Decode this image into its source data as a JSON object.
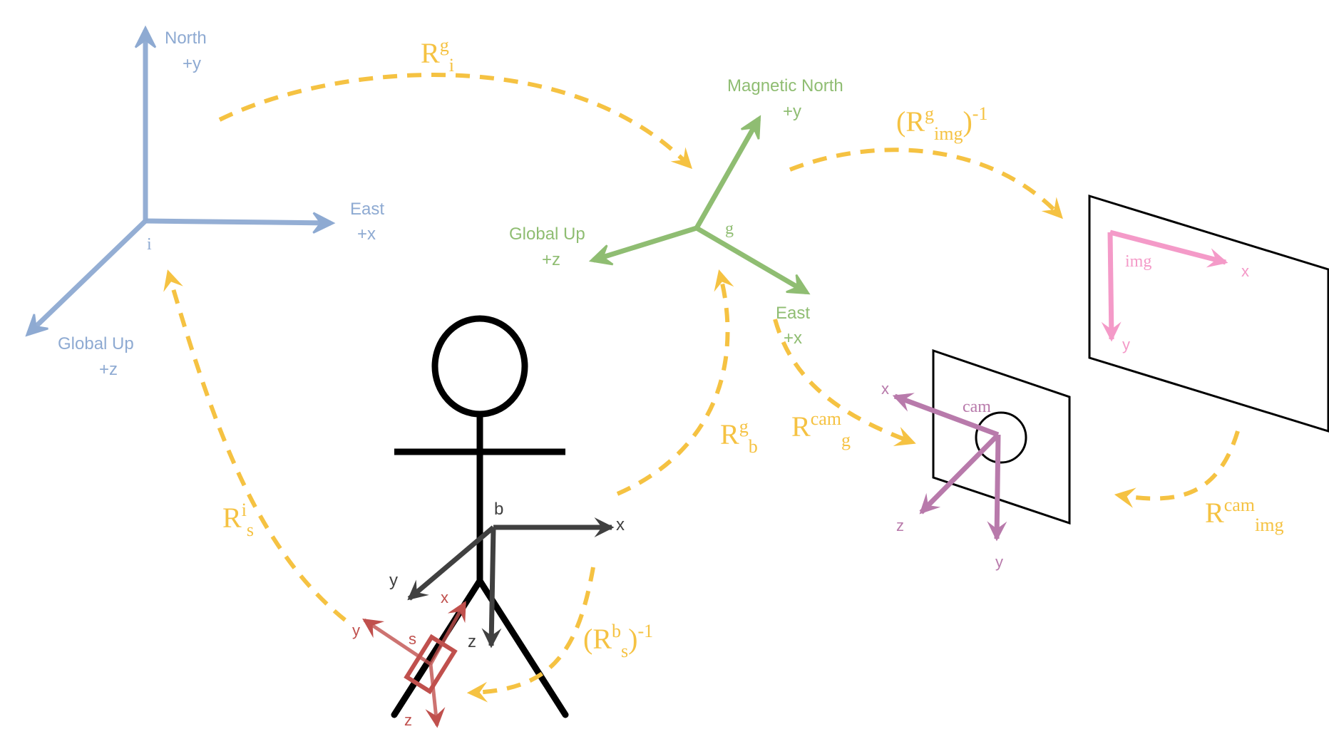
{
  "colors": {
    "inertial": "#8eaad2",
    "global": "#8fbd72",
    "transform": "#f5c242",
    "body": "#404040",
    "sensor": "#c0504d",
    "camera": "#b87aab",
    "image": "#f49ac8",
    "figure": "#000000"
  },
  "frames": {
    "inertial": {
      "origin": "i",
      "north": "North",
      "north_axis": "+y",
      "east": "East",
      "east_axis": "+x",
      "up": "Global Up",
      "up_axis": "+z"
    },
    "global": {
      "origin": "g",
      "north": "Magnetic North",
      "north_axis": "+y",
      "east": "East",
      "east_axis": "+x",
      "up": "Global Up",
      "up_axis": "+z"
    },
    "body": {
      "origin": "b",
      "x": "x",
      "y": "y",
      "z": "z"
    },
    "sensor": {
      "origin": "s",
      "x": "x",
      "y": "y",
      "z": "z"
    },
    "camera": {
      "origin": "cam",
      "x": "x",
      "y": "y",
      "z": "z"
    },
    "image": {
      "origin": "img",
      "x": "x",
      "y": "y"
    }
  },
  "transforms": {
    "r_g_i": {
      "base": "R",
      "sup": "g",
      "sub": "i",
      "post": ""
    },
    "r_g_img_inv": {
      "pre": "(",
      "base": "R",
      "sup": "g",
      "sub": "img",
      "post": ")",
      "post_sup": "-1"
    },
    "r_g_b": {
      "base": "R",
      "sup": "g",
      "sub": "b"
    },
    "r_cam_g": {
      "base": "R",
      "sup": "cam",
      "sub": "g"
    },
    "r_i_s": {
      "base": "R",
      "sup": "i",
      "sub": "s"
    },
    "r_b_s_inv": {
      "pre": "(",
      "base": "R",
      "sup": "b",
      "sub": "s",
      "post": ")",
      "post_sup": "-1"
    },
    "r_cam_img": {
      "base": "R",
      "sup": "cam",
      "sub": "img"
    }
  }
}
